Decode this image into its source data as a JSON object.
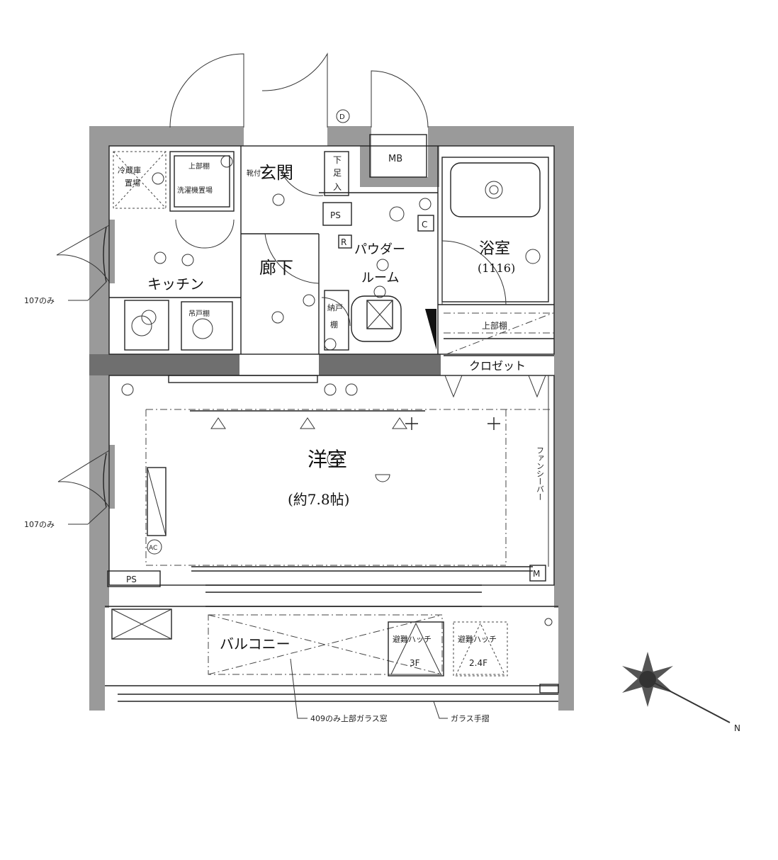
{
  "rooms": {
    "entrance": "玄関",
    "shoe_box": "靴付",
    "hallway": "廊下",
    "kitchen": "キッチン",
    "powder_room_1": "パウダー",
    "powder_room_2": "ルーム",
    "bathroom": "浴室",
    "bathroom_size": "(1116)",
    "closet": "クロゼット",
    "upper_shelf_right": "上部棚",
    "western_room": "洋室",
    "western_room_size": "(約7.8帖)",
    "balcony": "バルコニー",
    "fancy_bar": "ファンシーバー"
  },
  "fixtures": {
    "fridge_1": "冷蔵庫",
    "fridge_2": "置場",
    "upper_shelf_left": "上部棚",
    "washer": "洗濯機置場",
    "cupboard": "吊戸棚",
    "storage_1": "納戸",
    "storage_2": "棚",
    "footrest_1": "下",
    "footrest_2": "足",
    "footrest_3": "入",
    "mb": "MB",
    "ps_top": "PS",
    "ps_bottom": "PS",
    "r": "R",
    "c": "C",
    "ac": "AC",
    "m": "M",
    "d": "D",
    "hatch_3f_1": "避難ハッチ",
    "hatch_3f_2": "3F",
    "hatch_24f_1": "避難ハッチ",
    "hatch_24f_2": "2.4F"
  },
  "notes": {
    "note_107_top": "107のみ",
    "note_107_bottom": "107のみ",
    "glass_window": "409のみ上部ガラス窓",
    "glass_rail": "ガラス手摺"
  },
  "compass": {
    "label": "N"
  }
}
